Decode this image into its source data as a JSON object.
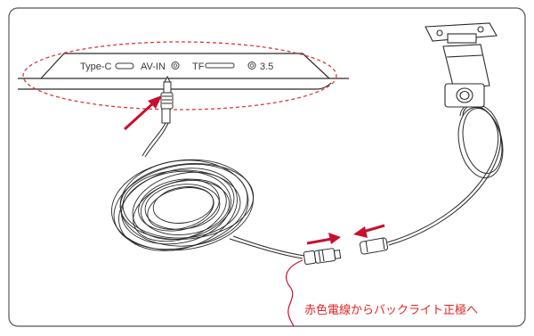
{
  "ports": {
    "type_c": "Type-C",
    "av_in": "AV-IN",
    "tf": "TF",
    "audio": "3.5"
  },
  "annotation": {
    "red_wire_label": "赤色電線からバックライト正極へ"
  },
  "colors": {
    "accent_red": "#c8102e",
    "label_red": "#e02424",
    "line": "#2b2b2b",
    "frame": "#555555",
    "dashed": "#d83a3a"
  },
  "icons": {
    "arrow": "red-arrow-icon",
    "camera": "rear-camera-icon",
    "cable": "cable-coil-icon"
  }
}
